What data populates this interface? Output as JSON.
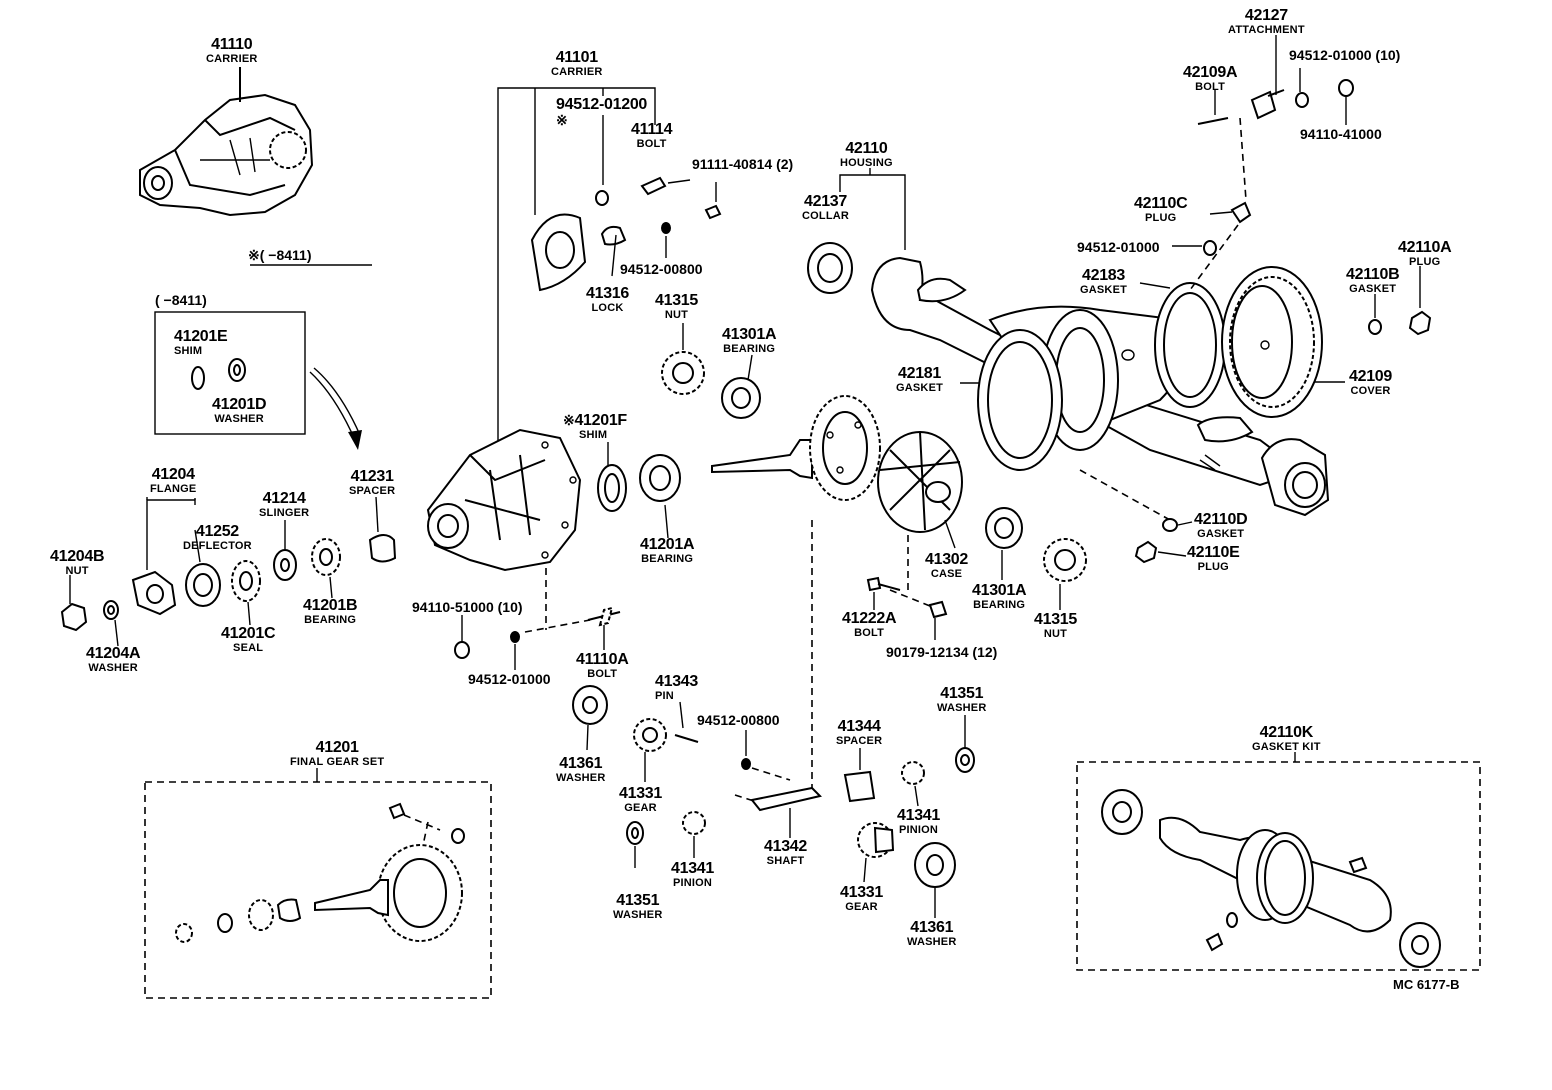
{
  "parts": {
    "p41110": {
      "num": "41110",
      "name": "CARRIER"
    },
    "p41101": {
      "num": "41101",
      "name": "CARRIER"
    },
    "p94512_01200": {
      "num": "94512-01200",
      "mark": "※"
    },
    "p41114": {
      "num": "41114",
      "name": "BOLT"
    },
    "p91111": {
      "num": "91111-40814 (2)"
    },
    "p94512_00800a": {
      "num": "94512-00800"
    },
    "p41316": {
      "num": "41316",
      "name": "LOCK"
    },
    "p41315a": {
      "num": "41315",
      "name": "NUT"
    },
    "p41301Aa": {
      "num": "41301A",
      "name": "BEARING"
    },
    "p41201F": {
      "num": "41201F",
      "name": "SHIM",
      "mark": "※"
    },
    "p41201A": {
      "num": "41201A",
      "name": "BEARING"
    },
    "p42110": {
      "num": "42110",
      "name": "HOUSING"
    },
    "p42137": {
      "num": "42137",
      "name": "COLLAR"
    },
    "p42127": {
      "num": "42127",
      "name": "ATTACHMENT"
    },
    "p94512_01000_10": {
      "num": "94512-01000 (10)"
    },
    "p42109A": {
      "num": "42109A",
      "name": "BOLT"
    },
    "p94110_41000": {
      "num": "94110-41000"
    },
    "p42110C": {
      "num": "42110C",
      "name": "PLUG"
    },
    "p94512_01000b": {
      "num": "94512-01000"
    },
    "p42183": {
      "num": "42183",
      "name": "GASKET"
    },
    "p42110B": {
      "num": "42110B",
      "name": "GASKET"
    },
    "p42110A": {
      "num": "42110A",
      "name": "PLUG"
    },
    "p42109": {
      "num": "42109",
      "name": "COVER"
    },
    "p42181": {
      "num": "42181",
      "name": "GASKET"
    },
    "p42110D": {
      "num": "42110D",
      "name": "GASKET"
    },
    "p42110E": {
      "num": "42110E",
      "name": "PLUG"
    },
    "p41302": {
      "num": "41302",
      "name": "CASE"
    },
    "p41301Ab": {
      "num": "41301A",
      "name": "BEARING"
    },
    "p41315b": {
      "num": "41315",
      "name": "NUT"
    },
    "p41222A": {
      "num": "41222A",
      "name": "BOLT"
    },
    "p90179": {
      "num": "90179-12134 (12)"
    },
    "p41201E": {
      "num": "41201E",
      "name": "SHIM"
    },
    "p41201D": {
      "num": "41201D",
      "name": "WASHER"
    },
    "p41204": {
      "num": "41204",
      "name": "FLANGE"
    },
    "p41252": {
      "num": "41252",
      "name": "DEFLECTOR"
    },
    "p41214": {
      "num": "41214",
      "name": "SLINGER"
    },
    "p41231": {
      "num": "41231",
      "name": "SPACER"
    },
    "p41204B": {
      "num": "41204B",
      "name": "NUT"
    },
    "p41204A": {
      "num": "41204A",
      "name": "WASHER"
    },
    "p41201C": {
      "num": "41201C",
      "name": "SEAL"
    },
    "p41201B": {
      "num": "41201B",
      "name": "BEARING"
    },
    "p94110_51000": {
      "num": "94110-51000 (10)"
    },
    "p94512_01000c": {
      "num": "94512-01000"
    },
    "p41110A": {
      "num": "41110A",
      "name": "BOLT"
    },
    "p41343": {
      "num": "41343",
      "name": "PIN"
    },
    "p94512_00800b": {
      "num": "94512-00800"
    },
    "p41361a": {
      "num": "41361",
      "name": "WASHER"
    },
    "p41331a": {
      "num": "41331",
      "name": "GEAR"
    },
    "p41344": {
      "num": "41344",
      "name": "SPACER"
    },
    "p41351a": {
      "num": "41351",
      "name": "WASHER"
    },
    "p41341a": {
      "num": "41341",
      "name": "PINION"
    },
    "p41342": {
      "num": "41342",
      "name": "SHAFT"
    },
    "p41351b": {
      "num": "41351",
      "name": "WASHER"
    },
    "p41341b": {
      "num": "41341",
      "name": "PINION"
    },
    "p41331b": {
      "num": "41331",
      "name": "GEAR"
    },
    "p41361b": {
      "num": "41361",
      "name": "WASHER"
    },
    "p41201": {
      "num": "41201",
      "name": "FINAL GEAR SET"
    },
    "p42110K": {
      "num": "42110K",
      "name": "GASKET KIT"
    }
  },
  "notes": {
    "serial_range_a": "※(        −8411)",
    "serial_range_b": "(        −8411)",
    "drawing_code": "MC 6177-B"
  }
}
